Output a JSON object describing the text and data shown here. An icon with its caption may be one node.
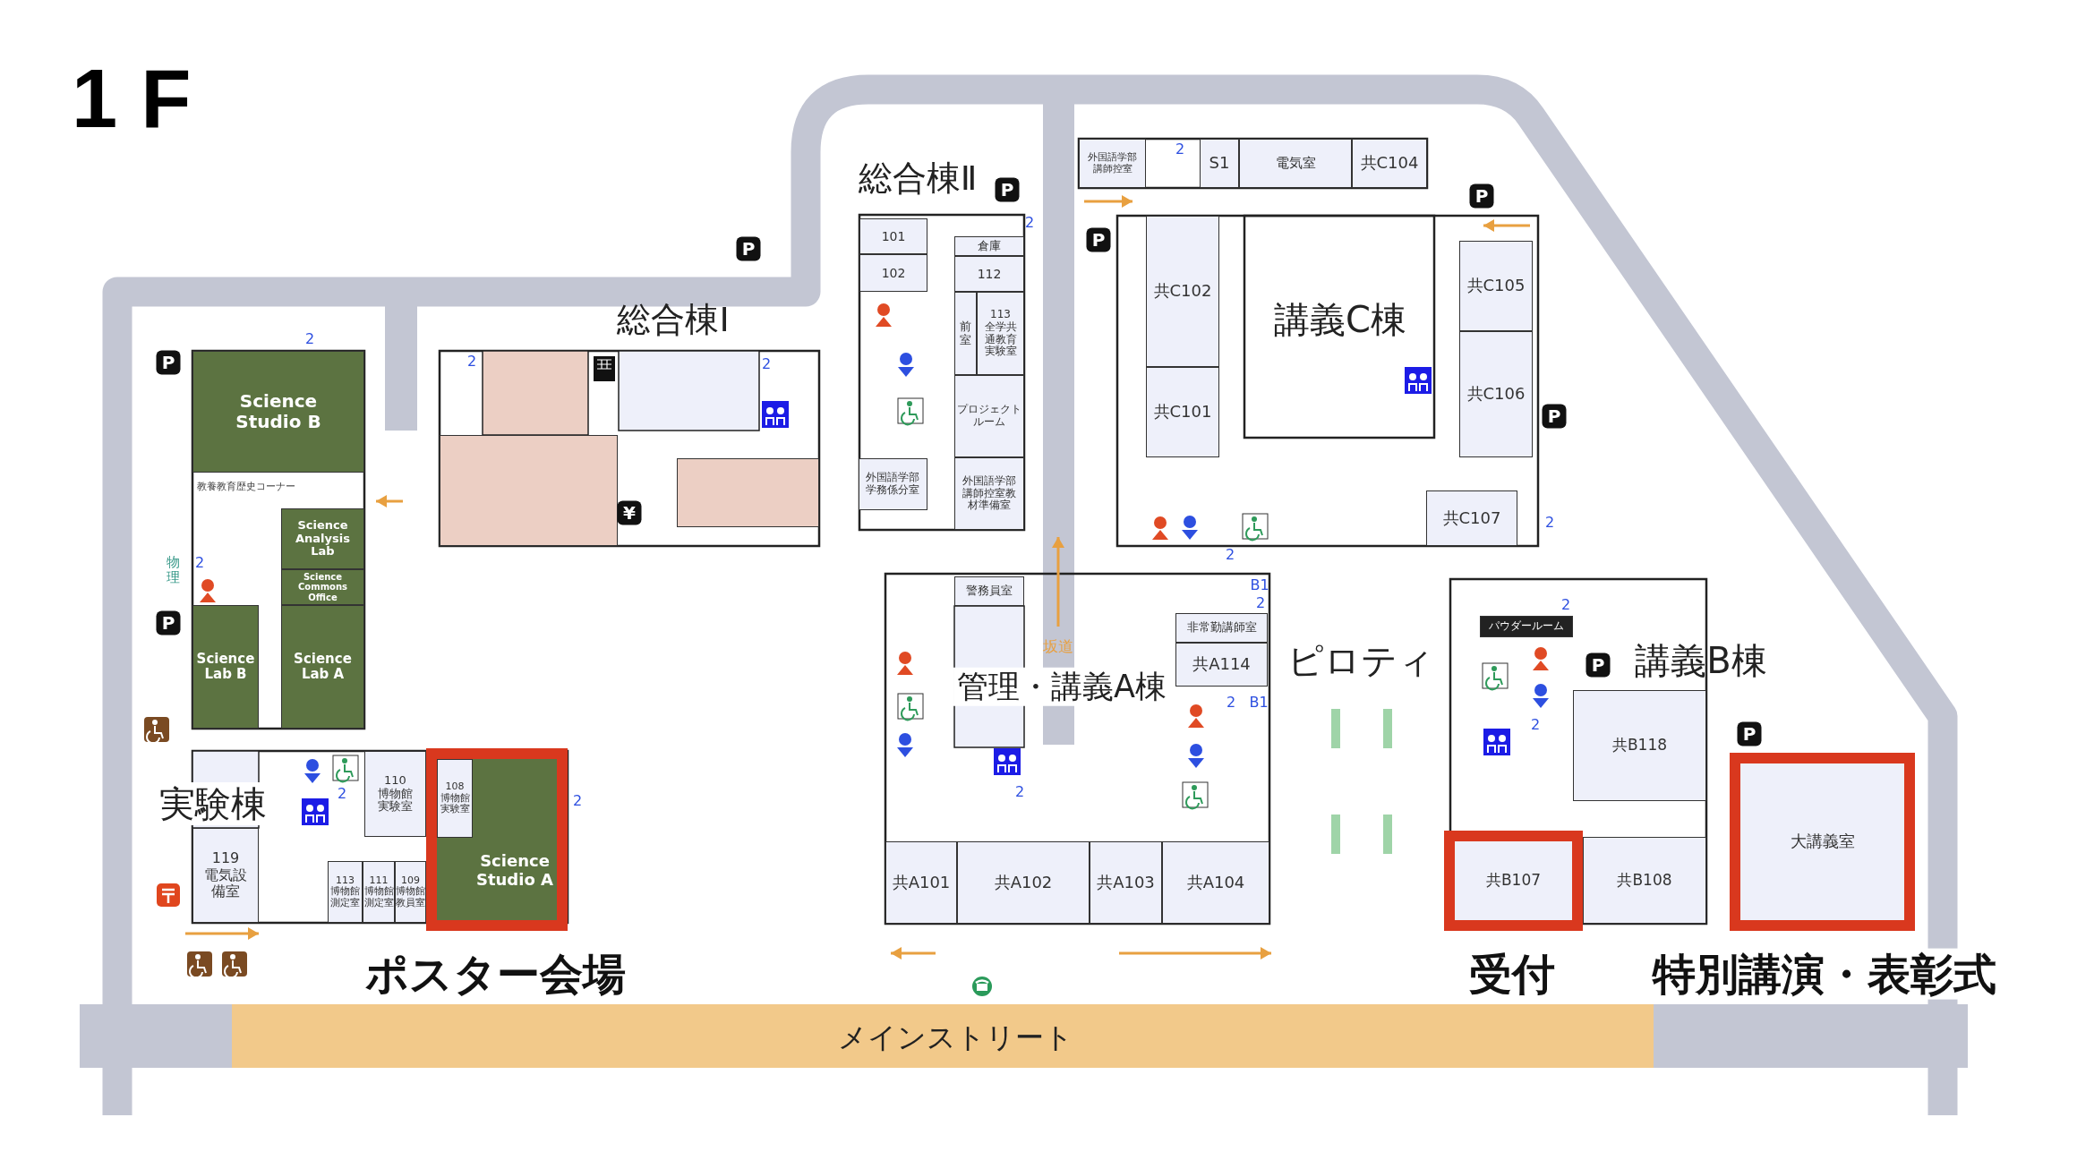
{
  "diagram": {
    "title": "1F",
    "nodes": [
      {
        "text": [
          "Science Studio B"
        ]
      },
      {
        "text": [
          "Science Analysis Lab"
        ]
      },
      {
        "text": [
          "Science Commons Office"
        ]
      },
      {
        "text": [
          "Science Lab B"
        ]
      },
      {
        "text": [
          "Science Lab A"
        ]
      },
      {
        "text": [
          "119",
          "電気設備室"
        ]
      },
      {
        "text": [
          "110",
          "博物館実験室"
        ]
      },
      {
        "text": [
          "Science Studio A"
        ]
      },
      {
        "text": [
          "108",
          "博物館実験室"
        ],
        "in": 7
      },
      {
        "text": [
          "113",
          "博物館測定室"
        ]
      },
      {
        "text": [
          "111",
          "博物館測定室"
        ]
      },
      {
        "text": [
          "109",
          "博物館教員室"
        ]
      },
      {
        "text": [],
        "shape": "box"
      },
      {
        "text": [],
        "shape": "box"
      },
      {
        "text": [
          "101"
        ]
      },
      {
        "text": [
          "102"
        ]
      },
      {
        "text": [
          "外国語学部学務係分室"
        ]
      },
      {
        "text": [
          "倉庫"
        ]
      },
      {
        "text": [
          "112"
        ]
      },
      {
        "text": [
          "前室"
        ]
      },
      {
        "text": [
          "113",
          "全学共通教育実験室"
        ]
      },
      {
        "text": [
          "プロジェクトルーム"
        ]
      },
      {
        "text": [
          "外国語学部講師控室教材準備室"
        ]
      },
      {
        "text": [
          "警務員室"
        ]
      },
      {
        "text": [
          "非常勤講師室"
        ]
      },
      {
        "text": [
          "共A114"
        ]
      },
      {
        "text": [
          "共A101"
        ]
      },
      {
        "text": [
          "共A102"
        ]
      },
      {
        "text": [
          "共A103"
        ]
      },
      {
        "text": [
          "共A104"
        ]
      },
      {
        "text": [
          "外国語学部講師控室"
        ]
      },
      {
        "text": [
          "S1"
        ]
      },
      {
        "text": [
          "電気室"
        ]
      },
      {
        "text": [
          "共C104"
        ]
      },
      {
        "text": [
          "共C102"
        ]
      },
      {
        "text": [
          "共C101"
        ]
      },
      {
        "text": [
          "共C105"
        ]
      },
      {
        "text": [
          "共C106"
        ]
      },
      {
        "text": [
          "共C107"
        ]
      },
      {
        "text": [
          "パウダールーム"
        ]
      },
      {
        "text": [
          "共B118"
        ]
      },
      {
        "text": [
          "共B107"
        ]
      },
      {
        "text": [
          "共B108"
        ]
      },
      {
        "text": [
          "大講義室"
        ]
      }
    ],
    "labels": [
      "総合棟Ⅱ",
      "P",
      "P",
      "P",
      "P",
      "総合棟Ⅰ",
      "講義C棟",
      "P",
      "P",
      "教養教育歴史コーナー",
      "物理",
      "P",
      "¥",
      "坂道",
      "ピロティ",
      "講義B棟",
      "P",
      "管理・講義A棟",
      "P",
      "実験棟",
      "ポスター会場",
      "受付",
      "特別講演・表彰式",
      "メインストリート",
      "2",
      "2",
      "2",
      "2",
      "2",
      "2",
      "2",
      "2",
      "B1",
      "2",
      "2",
      "2",
      "B1",
      "2",
      "2",
      "2",
      "2"
    ]
  }
}
